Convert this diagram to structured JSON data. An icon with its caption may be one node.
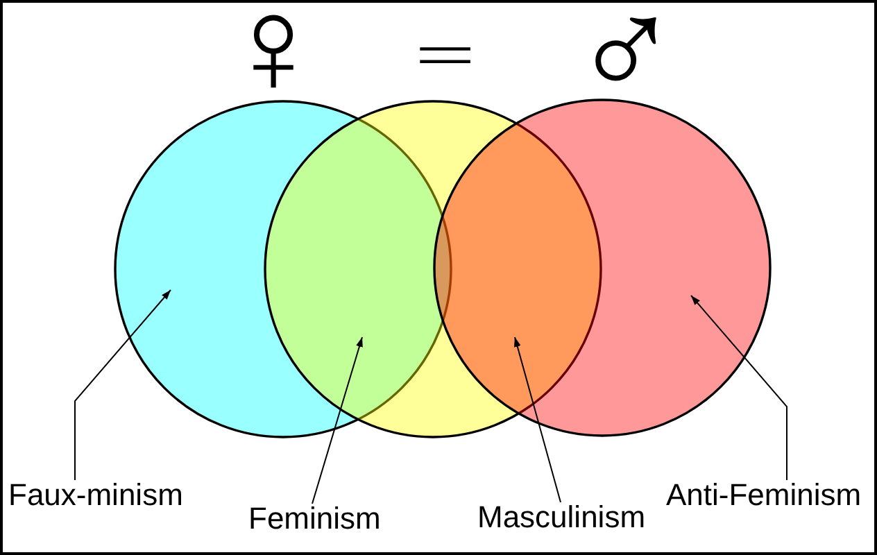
{
  "diagram": {
    "nodes": [
      {
        "text": [],
        "shape": "circle"
      },
      {
        "text": [],
        "shape": "circle"
      },
      {
        "text": [],
        "shape": "circle"
      },
      {
        "text": [
          "Faux-minism"
        ]
      },
      {
        "text": [
          "Feminism"
        ]
      },
      {
        "text": [
          "Masculinism"
        ]
      },
      {
        "text": [
          "Anti-Feminism"
        ]
      }
    ],
    "edges": [
      {
        "from": 3,
        "to": 0,
        "arrow": "to"
      },
      {
        "from": 4,
        "to": 0,
        "arrow": "to"
      },
      {
        "from": 5,
        "to": 1,
        "arrow": "to"
      },
      {
        "from": 6,
        "to": 2,
        "arrow": "to"
      }
    ],
    "labels": [
      "♀",
      "=",
      "♂"
    ]
  }
}
